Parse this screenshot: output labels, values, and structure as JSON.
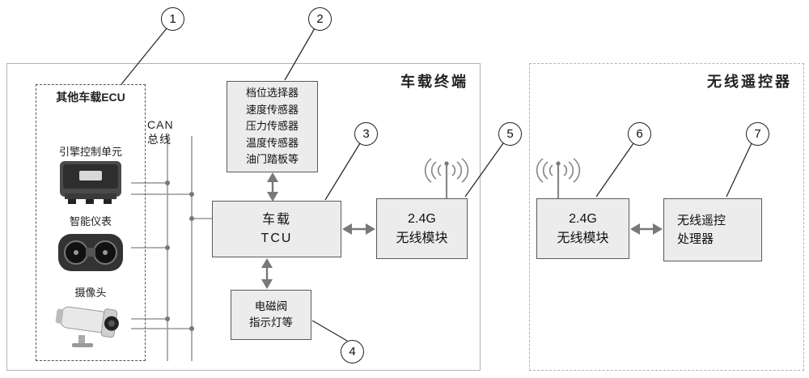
{
  "panels": {
    "terminal": {
      "title": "车载终端"
    },
    "remote": {
      "title": "无线遥控器"
    }
  },
  "ecu_group": {
    "label": "其他车载ECU",
    "items": [
      {
        "label": "引擎控制单元"
      },
      {
        "label": "智能仪表"
      },
      {
        "label": "摄像头"
      }
    ]
  },
  "can_bus": {
    "label": "CAN总线"
  },
  "sensor_box": {
    "lines": [
      "档位选择器",
      "速度传感器",
      "压力传感器",
      "温度传感器",
      "油门踏板等"
    ]
  },
  "tcu_box": {
    "line1": "车载",
    "line2": "TCU"
  },
  "actuator_box": {
    "line1": "电磁阀",
    "line2": "指示灯等"
  },
  "wireless_module_terminal": {
    "line1": "2.4G",
    "line2": "无线模块"
  },
  "wireless_module_remote": {
    "line1": "2.4G",
    "line2": "无线模块"
  },
  "remote_processor": {
    "line1": "无线遥控",
    "line2": "处理器"
  },
  "callouts": [
    "1",
    "2",
    "3",
    "4",
    "5",
    "6",
    "7"
  ],
  "colors": {
    "box_fill": "#ececec",
    "box_border": "#5a5a5a",
    "bus_line": "#999999",
    "arrow": "#787878",
    "leader": "#2b2b2b"
  }
}
